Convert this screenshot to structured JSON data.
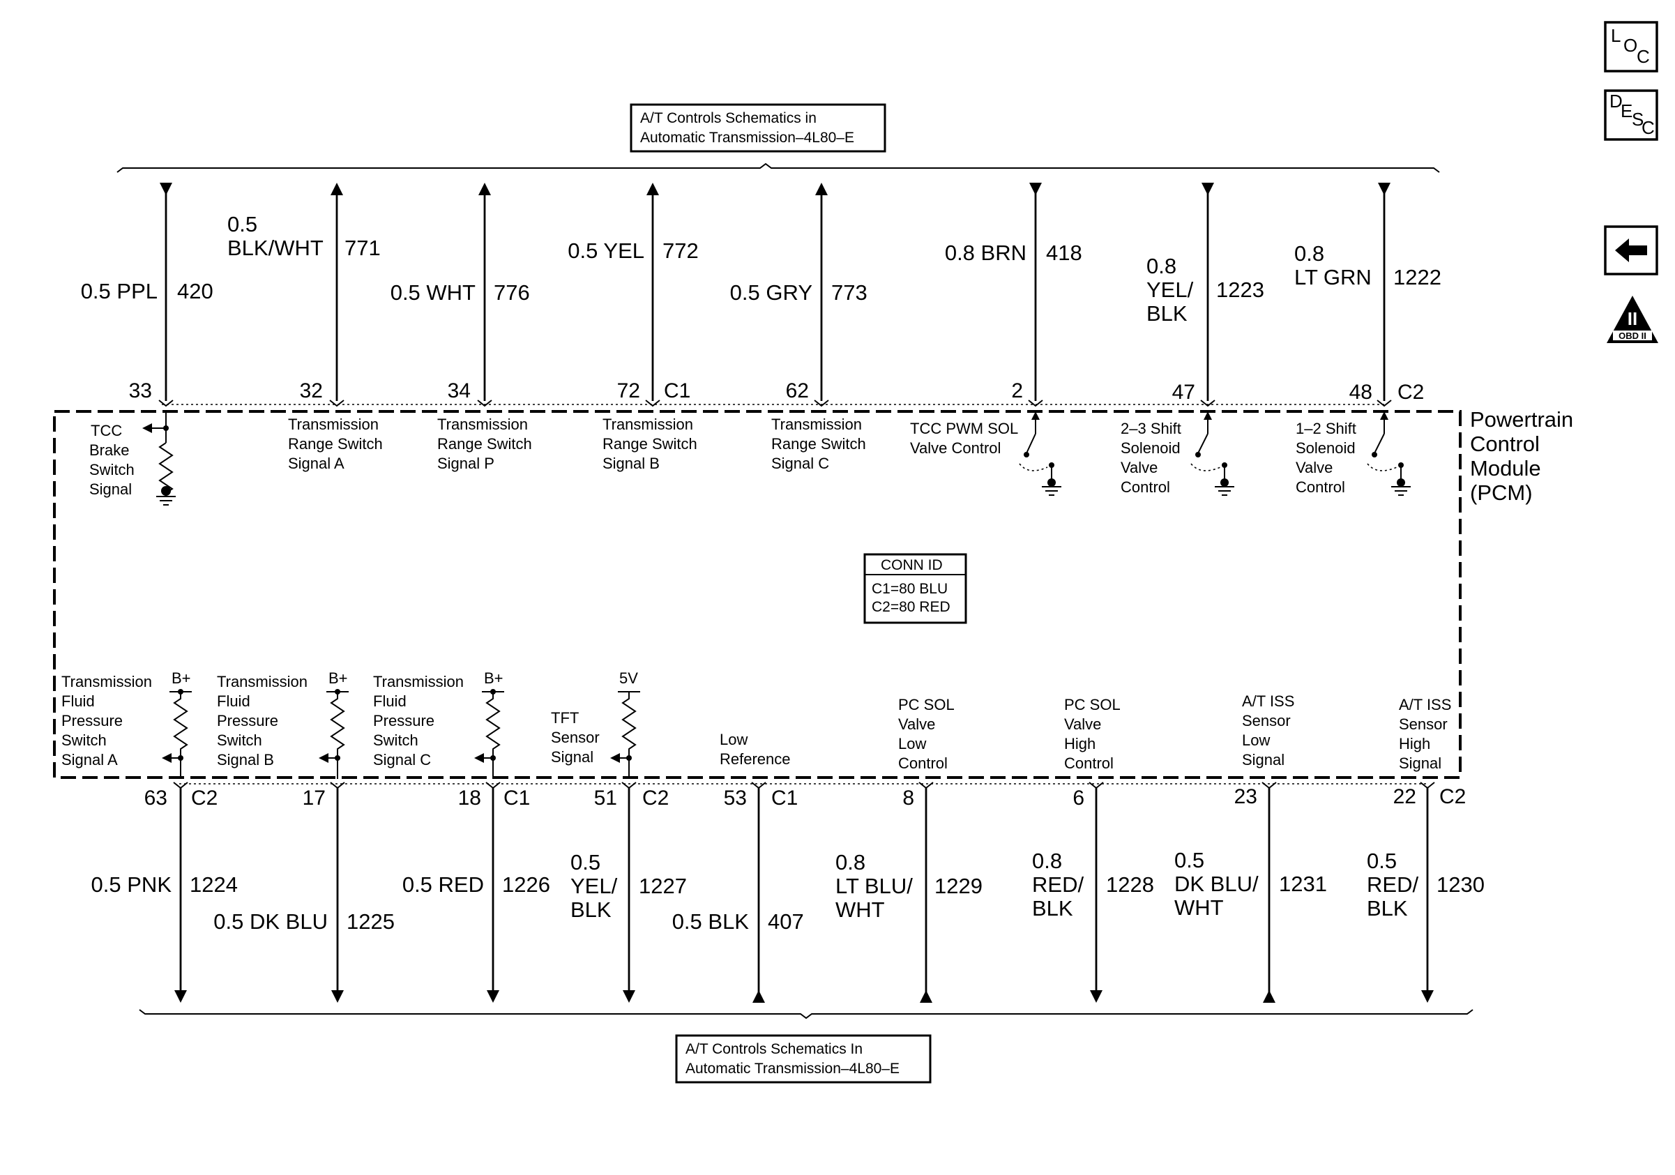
{
  "top_reference": {
    "line1": "A/T Controls Schematics in",
    "line2": "Automatic Transmission–4L80–E"
  },
  "bottom_reference": {
    "line1": "A/T Controls Schematics In",
    "line2": "Automatic Transmission–4L80–E"
  },
  "module": {
    "name": [
      "Powertrain",
      "Control",
      "Module",
      "(PCM)"
    ]
  },
  "conn_id": {
    "title": "CONN ID",
    "lines": [
      "C1=80 BLU",
      "C2=80 RED"
    ]
  },
  "top_circuits": [
    {
      "pin": "33",
      "wire": [
        "0.5 PPL"
      ],
      "circuit": "420",
      "label": [
        "TCC",
        "Brake",
        "Switch",
        "Signal"
      ],
      "connector": "",
      "dir": "down"
    },
    {
      "pin": "32",
      "wire": [
        "0.5",
        "BLK/WHT"
      ],
      "circuit": "771",
      "label": [
        "Transmission",
        "Range Switch",
        "Signal A"
      ],
      "connector": "",
      "dir": "up"
    },
    {
      "pin": "34",
      "wire": [
        "0.5 WHT"
      ],
      "circuit": "776",
      "label": [
        "Transmission",
        "Range Switch",
        "Signal P"
      ],
      "connector": "",
      "dir": "up"
    },
    {
      "pin": "72",
      "wire": [
        "0.5 YEL"
      ],
      "circuit": "772",
      "label": [
        "Transmission",
        "Range Switch",
        "Signal B"
      ],
      "connector": "C1",
      "dir": "up"
    },
    {
      "pin": "62",
      "wire": [
        "0.5 GRY"
      ],
      "circuit": "773",
      "label": [
        "Transmission",
        "Range Switch",
        "Signal C"
      ],
      "connector": "",
      "dir": "up"
    },
    {
      "pin": "2",
      "wire": [
        "0.8 BRN"
      ],
      "circuit": "418",
      "label": [
        "TCC PWM SOL",
        "Valve Control"
      ],
      "connector": "",
      "dir": "down"
    },
    {
      "pin": "47",
      "wire": [
        "0.8",
        "YEL/",
        "BLK"
      ],
      "circuit": "1223",
      "label": [
        "2–3 Shift",
        "Solenoid",
        "Valve",
        "Control"
      ],
      "connector": "",
      "dir": "down"
    },
    {
      "pin": "48",
      "wire": [
        "0.8",
        "LT GRN"
      ],
      "circuit": "1222",
      "label": [
        "1–2 Shift",
        "Solenoid",
        "Valve",
        "Control"
      ],
      "connector": "C2",
      "dir": "down"
    }
  ],
  "bottom_circuits": [
    {
      "pin": "63",
      "wire": [
        "0.5 PNK"
      ],
      "circuit": "1224",
      "label": [
        "Transmission",
        "Fluid",
        "Pressure",
        "Switch",
        "Signal A"
      ],
      "connector": "C2",
      "supply": "B+",
      "dir": "down"
    },
    {
      "pin": "17",
      "wire": [
        "0.5 DK BLU"
      ],
      "circuit": "1225",
      "label": [
        "Transmission",
        "Fluid",
        "Pressure",
        "Switch",
        "Signal B"
      ],
      "connector": "",
      "supply": "B+",
      "dir": "down"
    },
    {
      "pin": "18",
      "wire": [
        "0.5 RED"
      ],
      "circuit": "1226",
      "label": [
        "Transmission",
        "Fluid",
        "Pressure",
        "Switch",
        "Signal C"
      ],
      "connector": "C1",
      "supply": "B+",
      "dir": "down"
    },
    {
      "pin": "51",
      "wire": [
        "0.5",
        "YEL/",
        "BLK"
      ],
      "circuit": "1227",
      "label": [
        "TFT",
        "Sensor",
        "Signal"
      ],
      "connector": "C2",
      "supply": "5V",
      "dir": "down"
    },
    {
      "pin": "53",
      "wire": [
        "0.5 BLK"
      ],
      "circuit": "407",
      "label": [
        "Low",
        "Reference"
      ],
      "connector": "C1",
      "supply": "",
      "dir": "up"
    },
    {
      "pin": "8",
      "wire": [
        "0.8",
        "LT BLU/",
        "WHT"
      ],
      "circuit": "1229",
      "label": [
        "PC SOL",
        "Valve",
        "Low",
        "Control"
      ],
      "connector": "",
      "supply": "",
      "dir": "up"
    },
    {
      "pin": "6",
      "wire": [
        "0.8",
        "RED/",
        "BLK"
      ],
      "circuit": "1228",
      "label": [
        "PC SOL",
        "Valve",
        "High",
        "Control"
      ],
      "connector": "",
      "supply": "",
      "dir": "down"
    },
    {
      "pin": "23",
      "wire": [
        "0.5",
        "DK BLU/",
        "WHT"
      ],
      "circuit": "1231",
      "label": [
        "A/T ISS",
        "Sensor",
        "Low",
        "Signal"
      ],
      "connector": "",
      "supply": "",
      "dir": "up"
    },
    {
      "pin": "22",
      "wire": [
        "0.5",
        "RED/",
        "BLK"
      ],
      "circuit": "1230",
      "label": [
        "A/T ISS",
        "Sensor",
        "High",
        "Signal"
      ],
      "connector": "C2",
      "supply": "",
      "dir": "down"
    }
  ],
  "side_icons": [
    {
      "name": "loc-icon",
      "letters": [
        "L",
        "O",
        "C"
      ]
    },
    {
      "name": "desc-icon",
      "letters": [
        "D",
        "E",
        "S",
        "C"
      ]
    },
    {
      "name": "back-arrow-icon"
    },
    {
      "name": "obd-ii-icon",
      "text": [
        "II",
        "OBD II"
      ]
    }
  ]
}
